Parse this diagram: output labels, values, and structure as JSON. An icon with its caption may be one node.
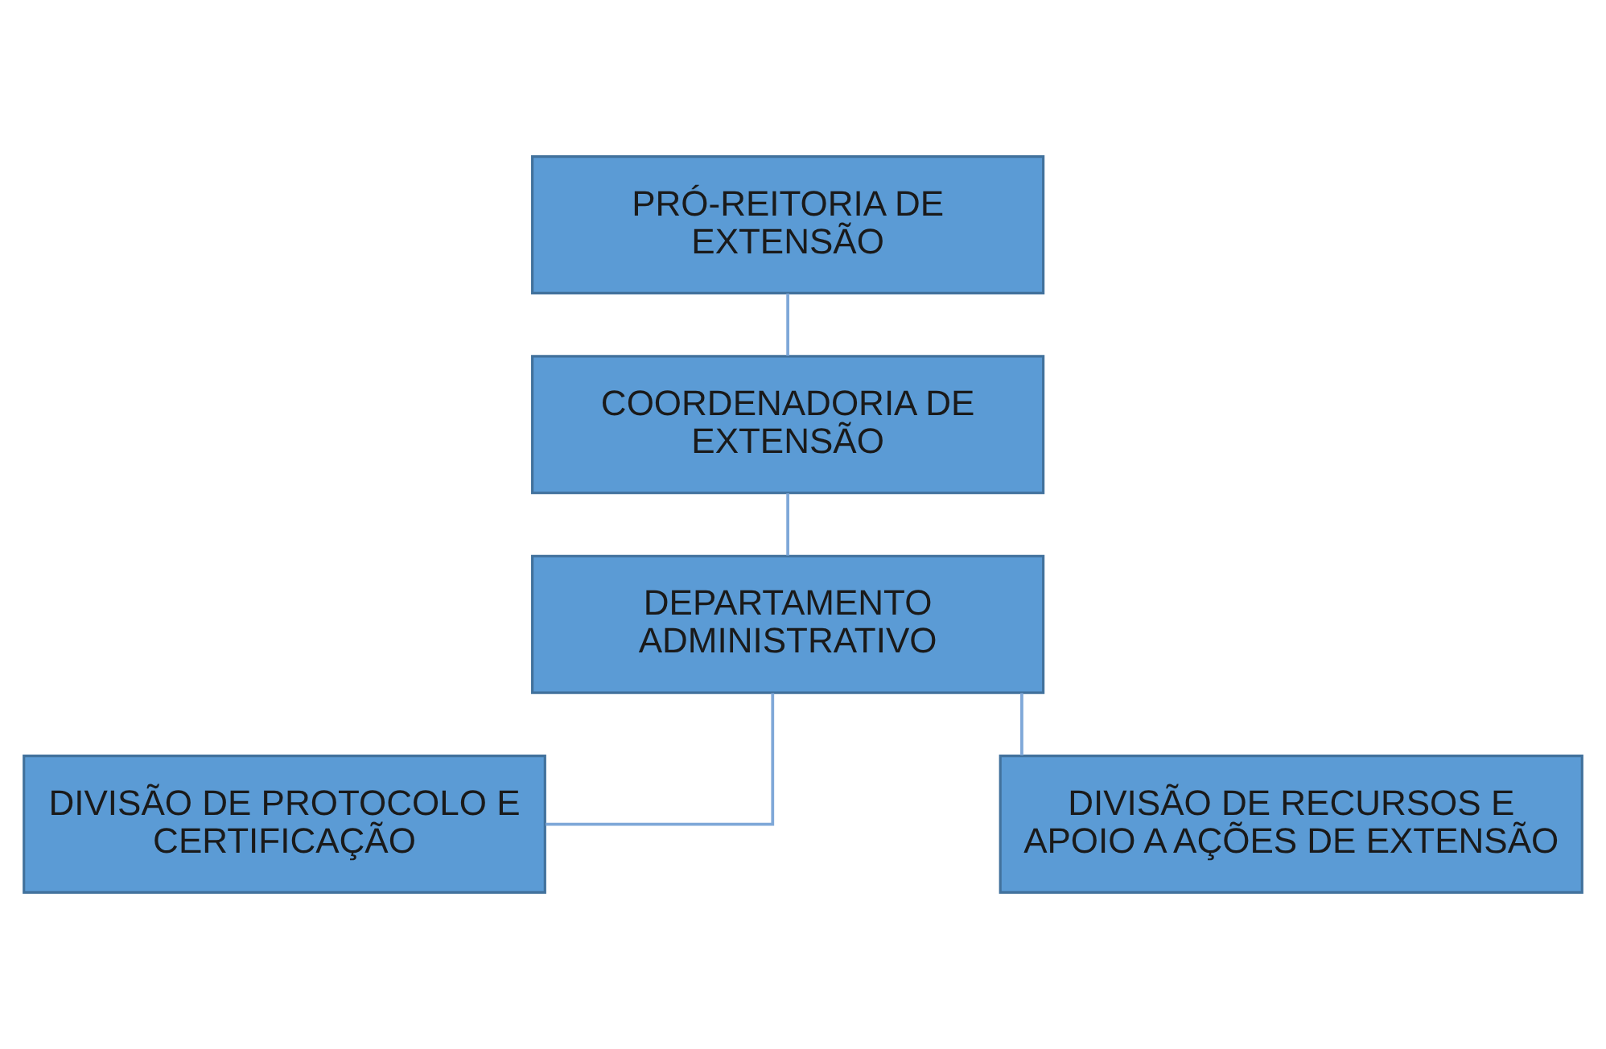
{
  "diagram": {
    "nodes": [
      {
        "text": [
          "PRÓ-REITORIA DE EXTENSÃO"
        ]
      },
      {
        "text": [
          "COORDENADORIA DE EXTENSÃO"
        ]
      },
      {
        "text": [
          "DEPARTAMENTO ADMINISTRATIVO"
        ]
      },
      {
        "text": [
          "DIVISÃO DE PROTOCOLO E CERTIFICAÇÃO"
        ]
      },
      {
        "text": [
          "DIVISÃO DE RECURSOS E APOIO A AÇÕES DE EXTENSÃO"
        ]
      }
    ],
    "edges": [
      {
        "from": 0,
        "to": 1,
        "arrow": "none"
      },
      {
        "from": 1,
        "to": 2,
        "arrow": "none"
      },
      {
        "from": 2,
        "to": 3,
        "arrow": "none"
      },
      {
        "from": 2,
        "to": 4,
        "arrow": "none"
      }
    ]
  }
}
